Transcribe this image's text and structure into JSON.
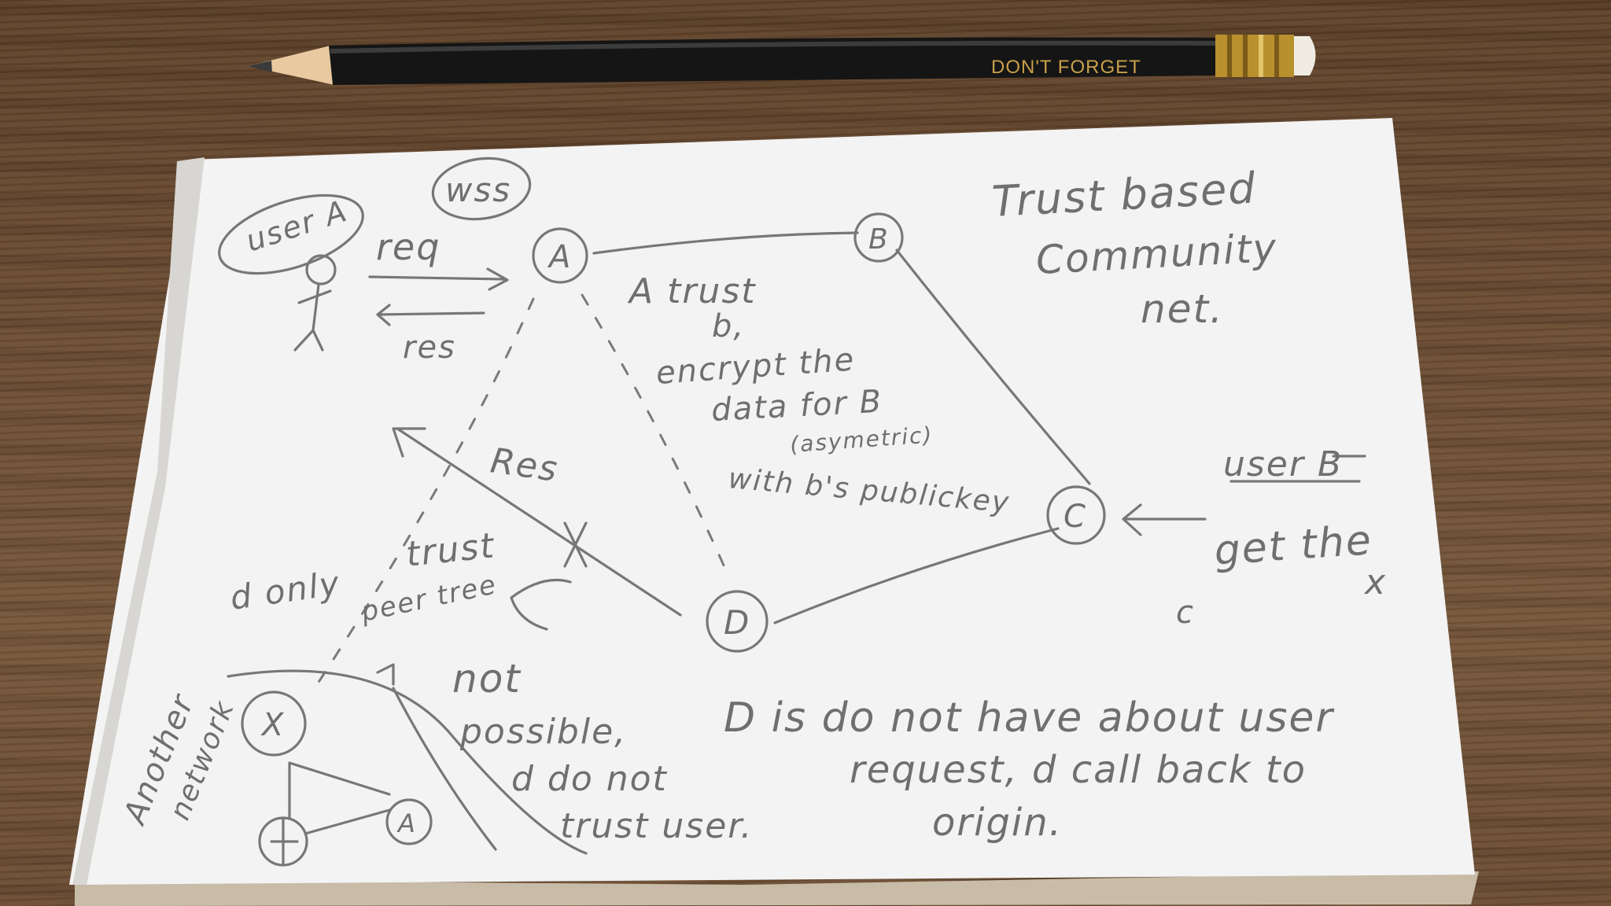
{
  "pencil": {
    "imprint": "DON'T FORGET"
  },
  "sketch": {
    "title_lines": [
      "Trust based",
      "Community",
      "net."
    ],
    "wss": "wss",
    "user_a": "user A",
    "req": "req",
    "res_top": "res",
    "res_mid": "Res",
    "nodes": {
      "a": "A",
      "b": "B",
      "c": "C",
      "d": "D",
      "x": "X",
      "y": "A"
    },
    "a_trust_lines": [
      "A trust",
      "b,",
      "encrypt the",
      "data for B",
      "(asymetric)",
      "with b's publickey"
    ],
    "user_b": "user B",
    "get_the": "get the",
    "x_mark": "x",
    "c_small": "c",
    "d_only": "d only",
    "trust": "trust",
    "peer_tree": "peer tree",
    "not_possible": [
      "not",
      "possible,"
    ],
    "d_do_not": [
      "d do not",
      "trust user."
    ],
    "d_is_lines": [
      "D is do not have about user",
      "request, d call back to",
      "origin."
    ],
    "another_network": [
      "Another",
      "network"
    ]
  }
}
